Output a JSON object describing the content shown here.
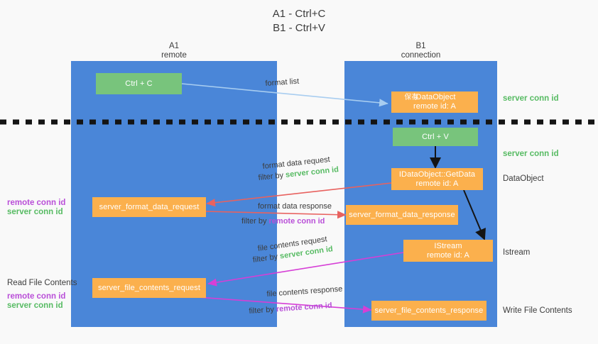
{
  "title": {
    "line1": "A1 - Ctrl+C",
    "line2": "B1 - Ctrl+V"
  },
  "columns": [
    {
      "name": "A1",
      "sub": "remote"
    },
    {
      "name": "B1",
      "sub": "connection"
    }
  ],
  "boxes": {
    "ctrl_c": {
      "line1": "Ctrl + C",
      "line2": ""
    },
    "ctrl_v": {
      "line1": "Ctrl + V",
      "line2": ""
    },
    "idataobject": {
      "line1": "IDataObject",
      "line2": "remote id: A",
      "overlap": "保存"
    },
    "getdata": {
      "line1": "IDataObject::GetData",
      "line2": "remote id: A"
    },
    "istream": {
      "line1": "IStream",
      "line2": "remote id: A"
    },
    "fmt_req": {
      "line1": "server_format_data_request"
    },
    "fmt_resp": {
      "line1": "server_format_data_response"
    },
    "file_req": {
      "line1": "server_file_contents_request"
    },
    "file_resp": {
      "line1": "server_file_contents_response"
    }
  },
  "right_labels": [
    {
      "text": "server conn id",
      "kind": "green"
    },
    {
      "text": "server conn id",
      "kind": "green"
    },
    {
      "text": "DataObject",
      "kind": "plain"
    },
    {
      "text": "Istream",
      "kind": "plain"
    },
    {
      "text": "Write File Contents",
      "kind": "plain"
    }
  ],
  "left_labels": {
    "group1": {
      "remote": "remote conn id",
      "server": "server conn id"
    },
    "read_file": "Read File Contents",
    "group2": {
      "remote": "remote conn id",
      "server": "server conn id"
    }
  },
  "edge_labels": {
    "format_list": "format list",
    "fmt_req_top": "format data request",
    "fmt_req_filter_pre": "filter by",
    "fmt_req_filter_val": "server conn id",
    "fmt_resp_top": "format data response",
    "fmt_resp_filter_pre": "filter by",
    "fmt_resp_filter_val": "remote conn id",
    "file_req_top": "file contents request",
    "file_req_filter_pre": "filter by",
    "file_req_filter_val": "server conn id",
    "file_resp_top": "file contents response",
    "file_resp_filter_pre": "filter by",
    "file_resp_filter_val": "remote conn id"
  },
  "colors": {
    "column": "#4a86d8",
    "green_box": "#78c47c",
    "orange_box": "#fbb04d",
    "green_text": "#57bb63",
    "purple_text": "#b94fd8",
    "red_arrow": "#e8625f",
    "magenta_arrow": "#d63fd6",
    "lightblue_arrow": "#a8cdf0",
    "black_arrow": "#141414",
    "background": "#f9f9f9"
  }
}
